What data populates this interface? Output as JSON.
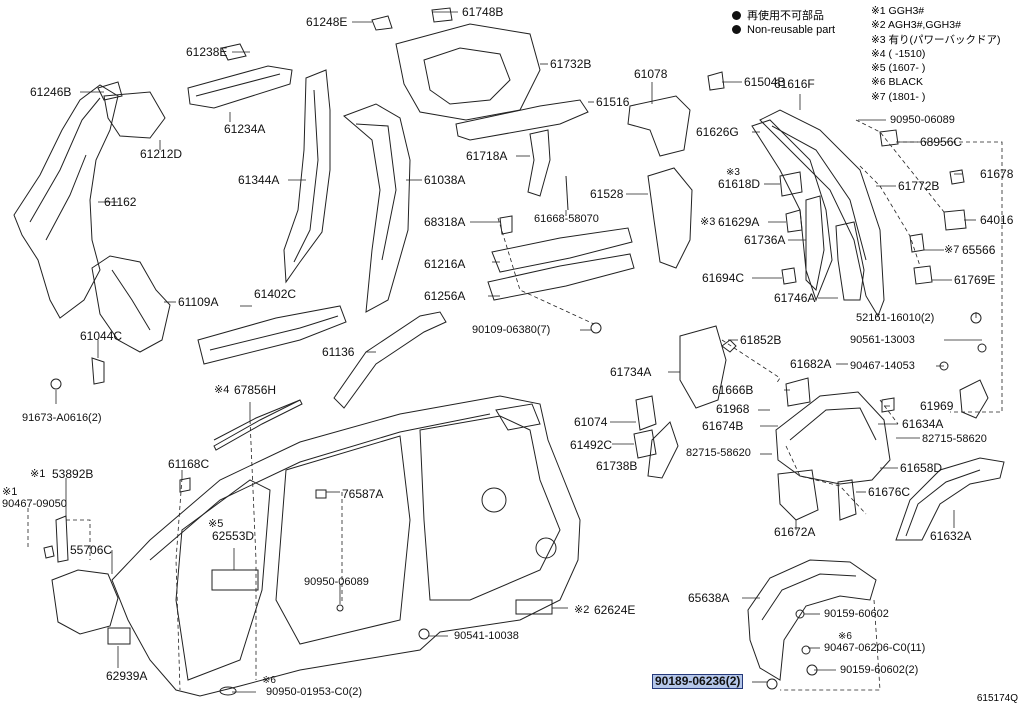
{
  "legend": {
    "jp": "再使用不可部品",
    "en": "Non-reusable part"
  },
  "notes": [
    "※1 GGH3#",
    "※2 AGH3#,GGH3#",
    "※3 有り(パワーバックドア)",
    "※4 (      -1510)",
    "※5 (1607-      )",
    "※6 BLACK",
    "※7 (1801-      )"
  ],
  "labels": {
    "l61248E": "61248E",
    "l61748B": "61748B",
    "l61238E": "61238E",
    "l61732B": "61732B",
    "l61246B": "61246B",
    "l61234A": "61234A",
    "l61212D": "61212D",
    "l61344A": "61344A",
    "l61038A": "61038A",
    "l61162": "61162",
    "l61109A": "61109A",
    "l61044C": "61044C",
    "l91673": "91673-A0616(2)",
    "l61402C": "61402C",
    "l61136": "61136",
    "l61078": "61078",
    "l61516": "61516",
    "l61718A": "61718A",
    "l61668": "61668-58070",
    "l61528": "61528",
    "l68318A": "68318A",
    "l61216A": "61216A",
    "l61256A": "61256A",
    "l90109": "90109-06380(7)",
    "l61504B": "61504B",
    "l61616F": "61616F",
    "l90950a": "90950-06089",
    "l61626G": "61626G",
    "l68956C": "68956C",
    "l61618D": "61618D",
    "l61678": "61678",
    "l61772B": "61772B",
    "l61629A": "61629A",
    "l64016": "64016",
    "l61736A": "61736A",
    "l65566": "65566",
    "l61694C": "61694C",
    "l61769E": "61769E",
    "l61746A": "61746A",
    "l52161": "52161-16010(2)",
    "l61852B": "61852B",
    "l90561": "90561-13003",
    "l61682A": "61682A",
    "l90467a": "90467-14053",
    "l61734A": "61734A",
    "l61666B": "61666B",
    "l61968": "61968",
    "l61674B": "61674B",
    "l61969": "61969",
    "l61634A": "61634A",
    "l82715a": "82715-58620",
    "l82715b": "82715-58620",
    "l61074": "61074",
    "l61492C": "61492C",
    "l61738B": "61738B",
    "l61658D": "61658D",
    "l61676C": "61676C",
    "l61672A": "61672A",
    "l61632A": "61632A",
    "l67856H": "67856H",
    "l61168C": "61168C",
    "l76587A": "76587A",
    "l53892B": "53892B",
    "l90467b": "90467-09050",
    "l55706C": "55706C",
    "l62553D": "62553D",
    "l90950b": "90950-06089",
    "l62624E": "62624E",
    "l90541": "90541-10038",
    "l62939A": "62939A",
    "l90950c": "90950-01953-C0(2)",
    "l65638A": "65638A",
    "l90159a": "90159-60602",
    "l90467c": "90467-06206-C0(11)",
    "l90159b": "90159-60602(2)",
    "l90189": "90189-06236(2)"
  },
  "marks": {
    "m1": "※1",
    "m1b": "※1",
    "m2": "※2",
    "m3a": "※3",
    "m3b": "※3",
    "m4": "※4",
    "m5": "※5",
    "m6a": "※6",
    "m6b": "※6",
    "m7": "※7"
  },
  "diagram_code": "615174Q"
}
